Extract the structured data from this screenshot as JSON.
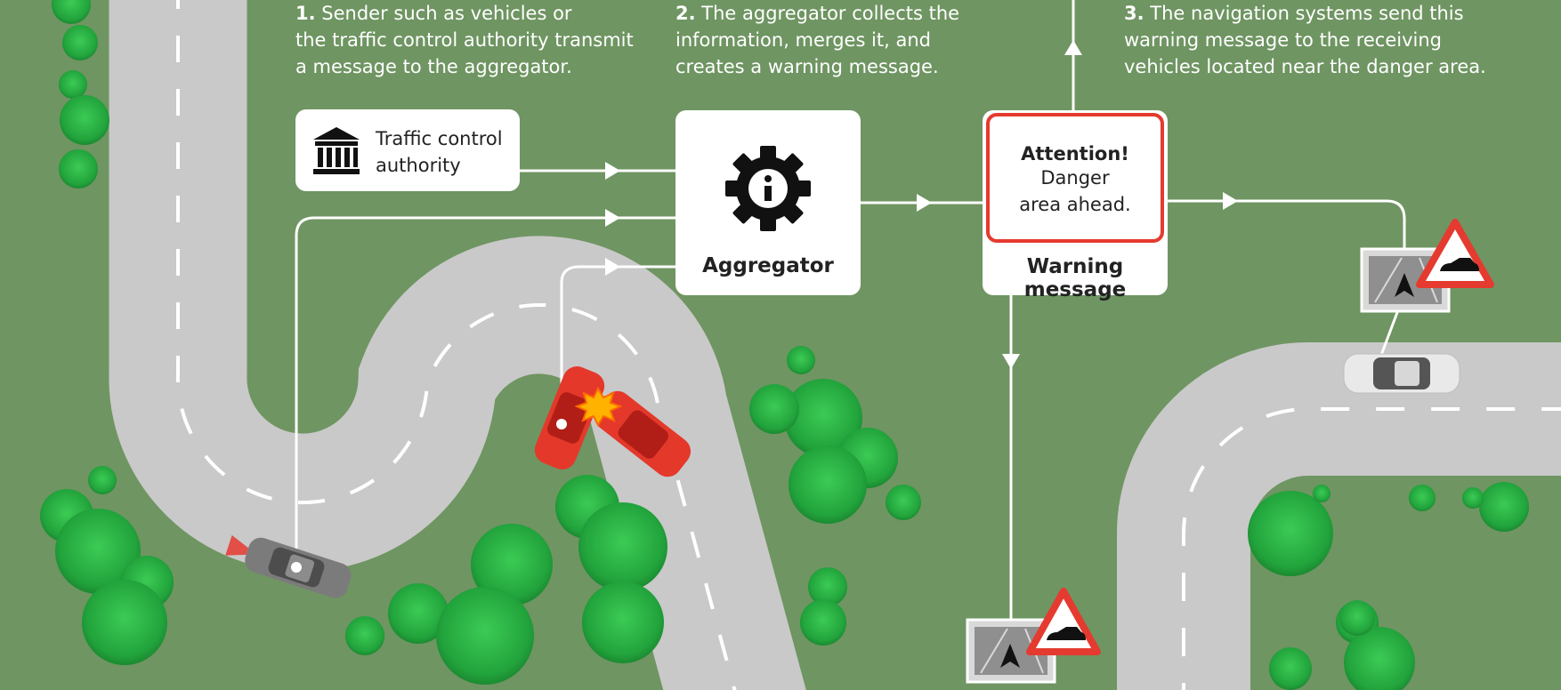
{
  "steps": [
    {
      "num": "1.",
      "text": "Sender such as vehicles or\nthe traffic control authority transmit\na message to the aggregator."
    },
    {
      "num": "2.",
      "text": "The aggregator collects the\ninformation, merges it, and\ncreates a warning message."
    },
    {
      "num": "3.",
      "text": "The navigation systems send this\nwarning message to the receiving\nvehicles located near the danger area."
    }
  ],
  "traffic_control": {
    "label": "Traffic control\nauthority",
    "icon": "government-building-icon"
  },
  "aggregator": {
    "label": "Aggregator",
    "icon": "gear-info-icon"
  },
  "warning": {
    "title": "Attention!",
    "body": "Danger\narea ahead.",
    "label": "Warning message"
  },
  "colors": {
    "grass": "#6f9562",
    "road": "#c9c9c9",
    "accent_red": "#e53a2f",
    "tree": "#36b04a"
  }
}
